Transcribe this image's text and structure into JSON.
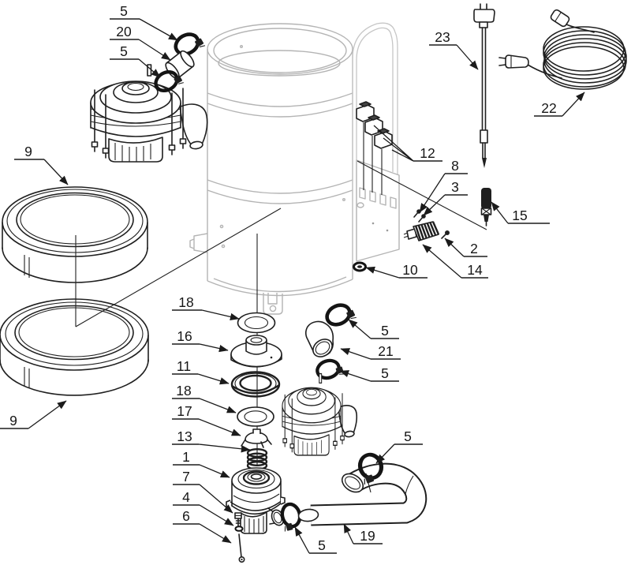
{
  "diagram": {
    "kind": "exploded-parts-diagram",
    "colors": {
      "background": "#ffffff",
      "line": "#1f1f1f",
      "ghost_line": "#b4b4b4",
      "label_text": "#161616"
    },
    "callouts": [
      {
        "label": "5",
        "target": "hose-clamp-upper"
      },
      {
        "label": "20",
        "target": "hose-coupling"
      },
      {
        "label": "5",
        "target": "hose-clamp-lower"
      },
      {
        "label": "23",
        "target": "level-probe"
      },
      {
        "label": "22",
        "target": "power-cord"
      },
      {
        "label": "9",
        "target": "ring-upper"
      },
      {
        "label": "12",
        "target": "electrode-set"
      },
      {
        "label": "8",
        "target": "screw-a"
      },
      {
        "label": "3",
        "target": "screw-b"
      },
      {
        "label": "15",
        "target": "sensor"
      },
      {
        "label": "2",
        "target": "screw-c"
      },
      {
        "label": "14",
        "target": "control-module"
      },
      {
        "label": "10",
        "target": "grommet"
      },
      {
        "label": "9",
        "target": "ring-lower"
      },
      {
        "label": "18",
        "target": "gasket-upper"
      },
      {
        "label": "16",
        "target": "float-valve"
      },
      {
        "label": "11",
        "target": "seal-ring"
      },
      {
        "label": "18",
        "target": "gasket-lower"
      },
      {
        "label": "17",
        "target": "retainer"
      },
      {
        "label": "13",
        "target": "spring"
      },
      {
        "label": "1",
        "target": "pump-assembly"
      },
      {
        "label": "7",
        "target": "bolt"
      },
      {
        "label": "4",
        "target": "washer"
      },
      {
        "label": "6",
        "target": "rod"
      },
      {
        "label": "5",
        "target": "hose-clamp-motor-top"
      },
      {
        "label": "21",
        "target": "elbow-hose"
      },
      {
        "label": "5",
        "target": "hose-clamp-motor-bottom"
      },
      {
        "label": "5",
        "target": "hose-clamp-discharge-top"
      },
      {
        "label": "19",
        "target": "discharge-hose"
      },
      {
        "label": "5",
        "target": "hose-clamp-pump-outlet"
      }
    ]
  }
}
